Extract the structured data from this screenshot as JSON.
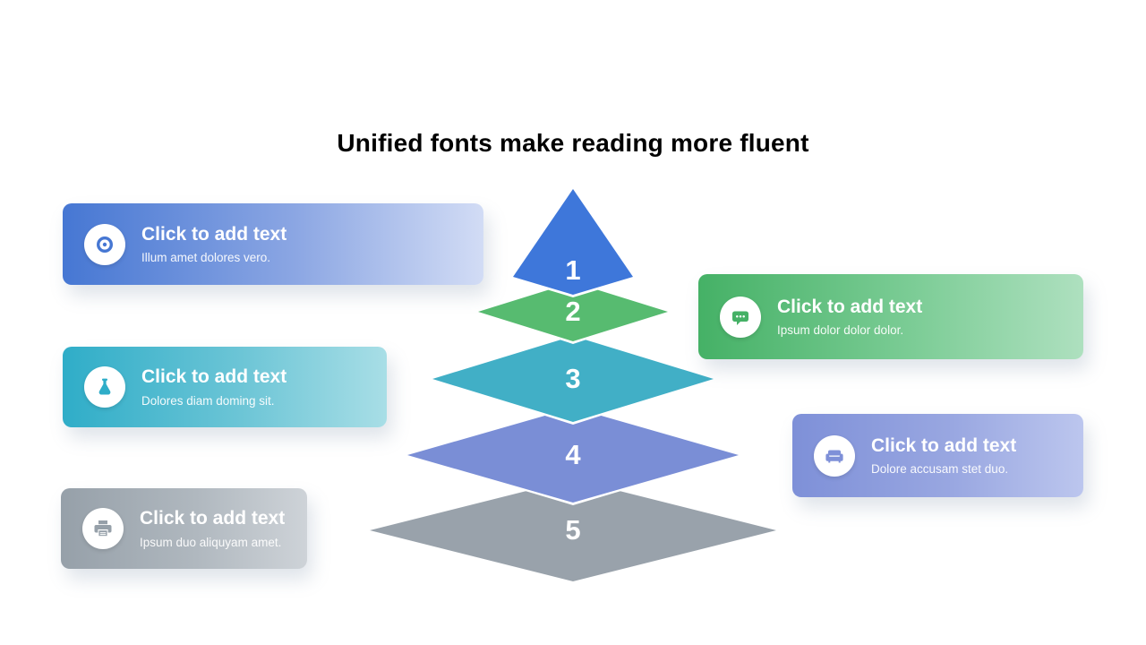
{
  "slide": {
    "title": "Unified fonts make reading more fluent",
    "background_color": "#ffffff"
  },
  "pyramid": {
    "levels": [
      {
        "number": "1",
        "color": "#3e77da"
      },
      {
        "number": "2",
        "color": "#57bb70"
      },
      {
        "number": "3",
        "color": "#41afc6"
      },
      {
        "number": "4",
        "color": "#7a8ed6"
      },
      {
        "number": "5",
        "color": "#99a2ab"
      }
    ]
  },
  "cards": [
    {
      "title": "Click to add text",
      "subtitle": "Illum amet dolores vero.",
      "icon": "disc-icon",
      "accent": "#4677d3",
      "gradient": [
        "#4677d3",
        "#d2dcf5"
      ],
      "side": "left"
    },
    {
      "title": "Click to add text",
      "subtitle": "Ipsum dolor dolor dolor.",
      "icon": "chat-icon",
      "accent": "#45b166",
      "gradient": [
        "#45b166",
        "#aee0bf"
      ],
      "side": "right"
    },
    {
      "title": "Click to add text",
      "subtitle": "Dolores diam doming sit.",
      "icon": "flask-icon",
      "accent": "#2fadc8",
      "gradient": [
        "#2fadc8",
        "#a8dee6"
      ],
      "side": "left"
    },
    {
      "title": "Click to add text",
      "subtitle": "Dolore accusam stet duo.",
      "icon": "sofa-icon",
      "accent": "#7e90d8",
      "gradient": [
        "#7e90d8",
        "#bcc6ee"
      ],
      "side": "right"
    },
    {
      "title": "Click to add text",
      "subtitle": "Ipsum duo aliquyam amet.",
      "icon": "printer-icon",
      "accent": "#96a0a9",
      "gradient": [
        "#96a0a9",
        "#ced3d8"
      ],
      "side": "left"
    }
  ]
}
